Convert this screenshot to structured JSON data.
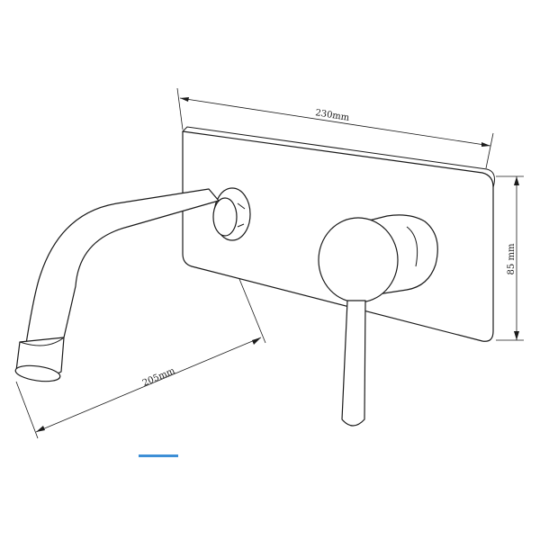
{
  "diagram": {
    "title": "",
    "dimensions": {
      "plate_width": "230mm",
      "plate_height": "85 mm",
      "spout_length": "205mm"
    },
    "components": {
      "plate": "backplate",
      "spout": "wall-spout",
      "handle": "lever-handle"
    },
    "colors": {
      "line": "#1a1a1a",
      "background": "#ffffff",
      "accent_bar": "#3d8fd6"
    }
  }
}
